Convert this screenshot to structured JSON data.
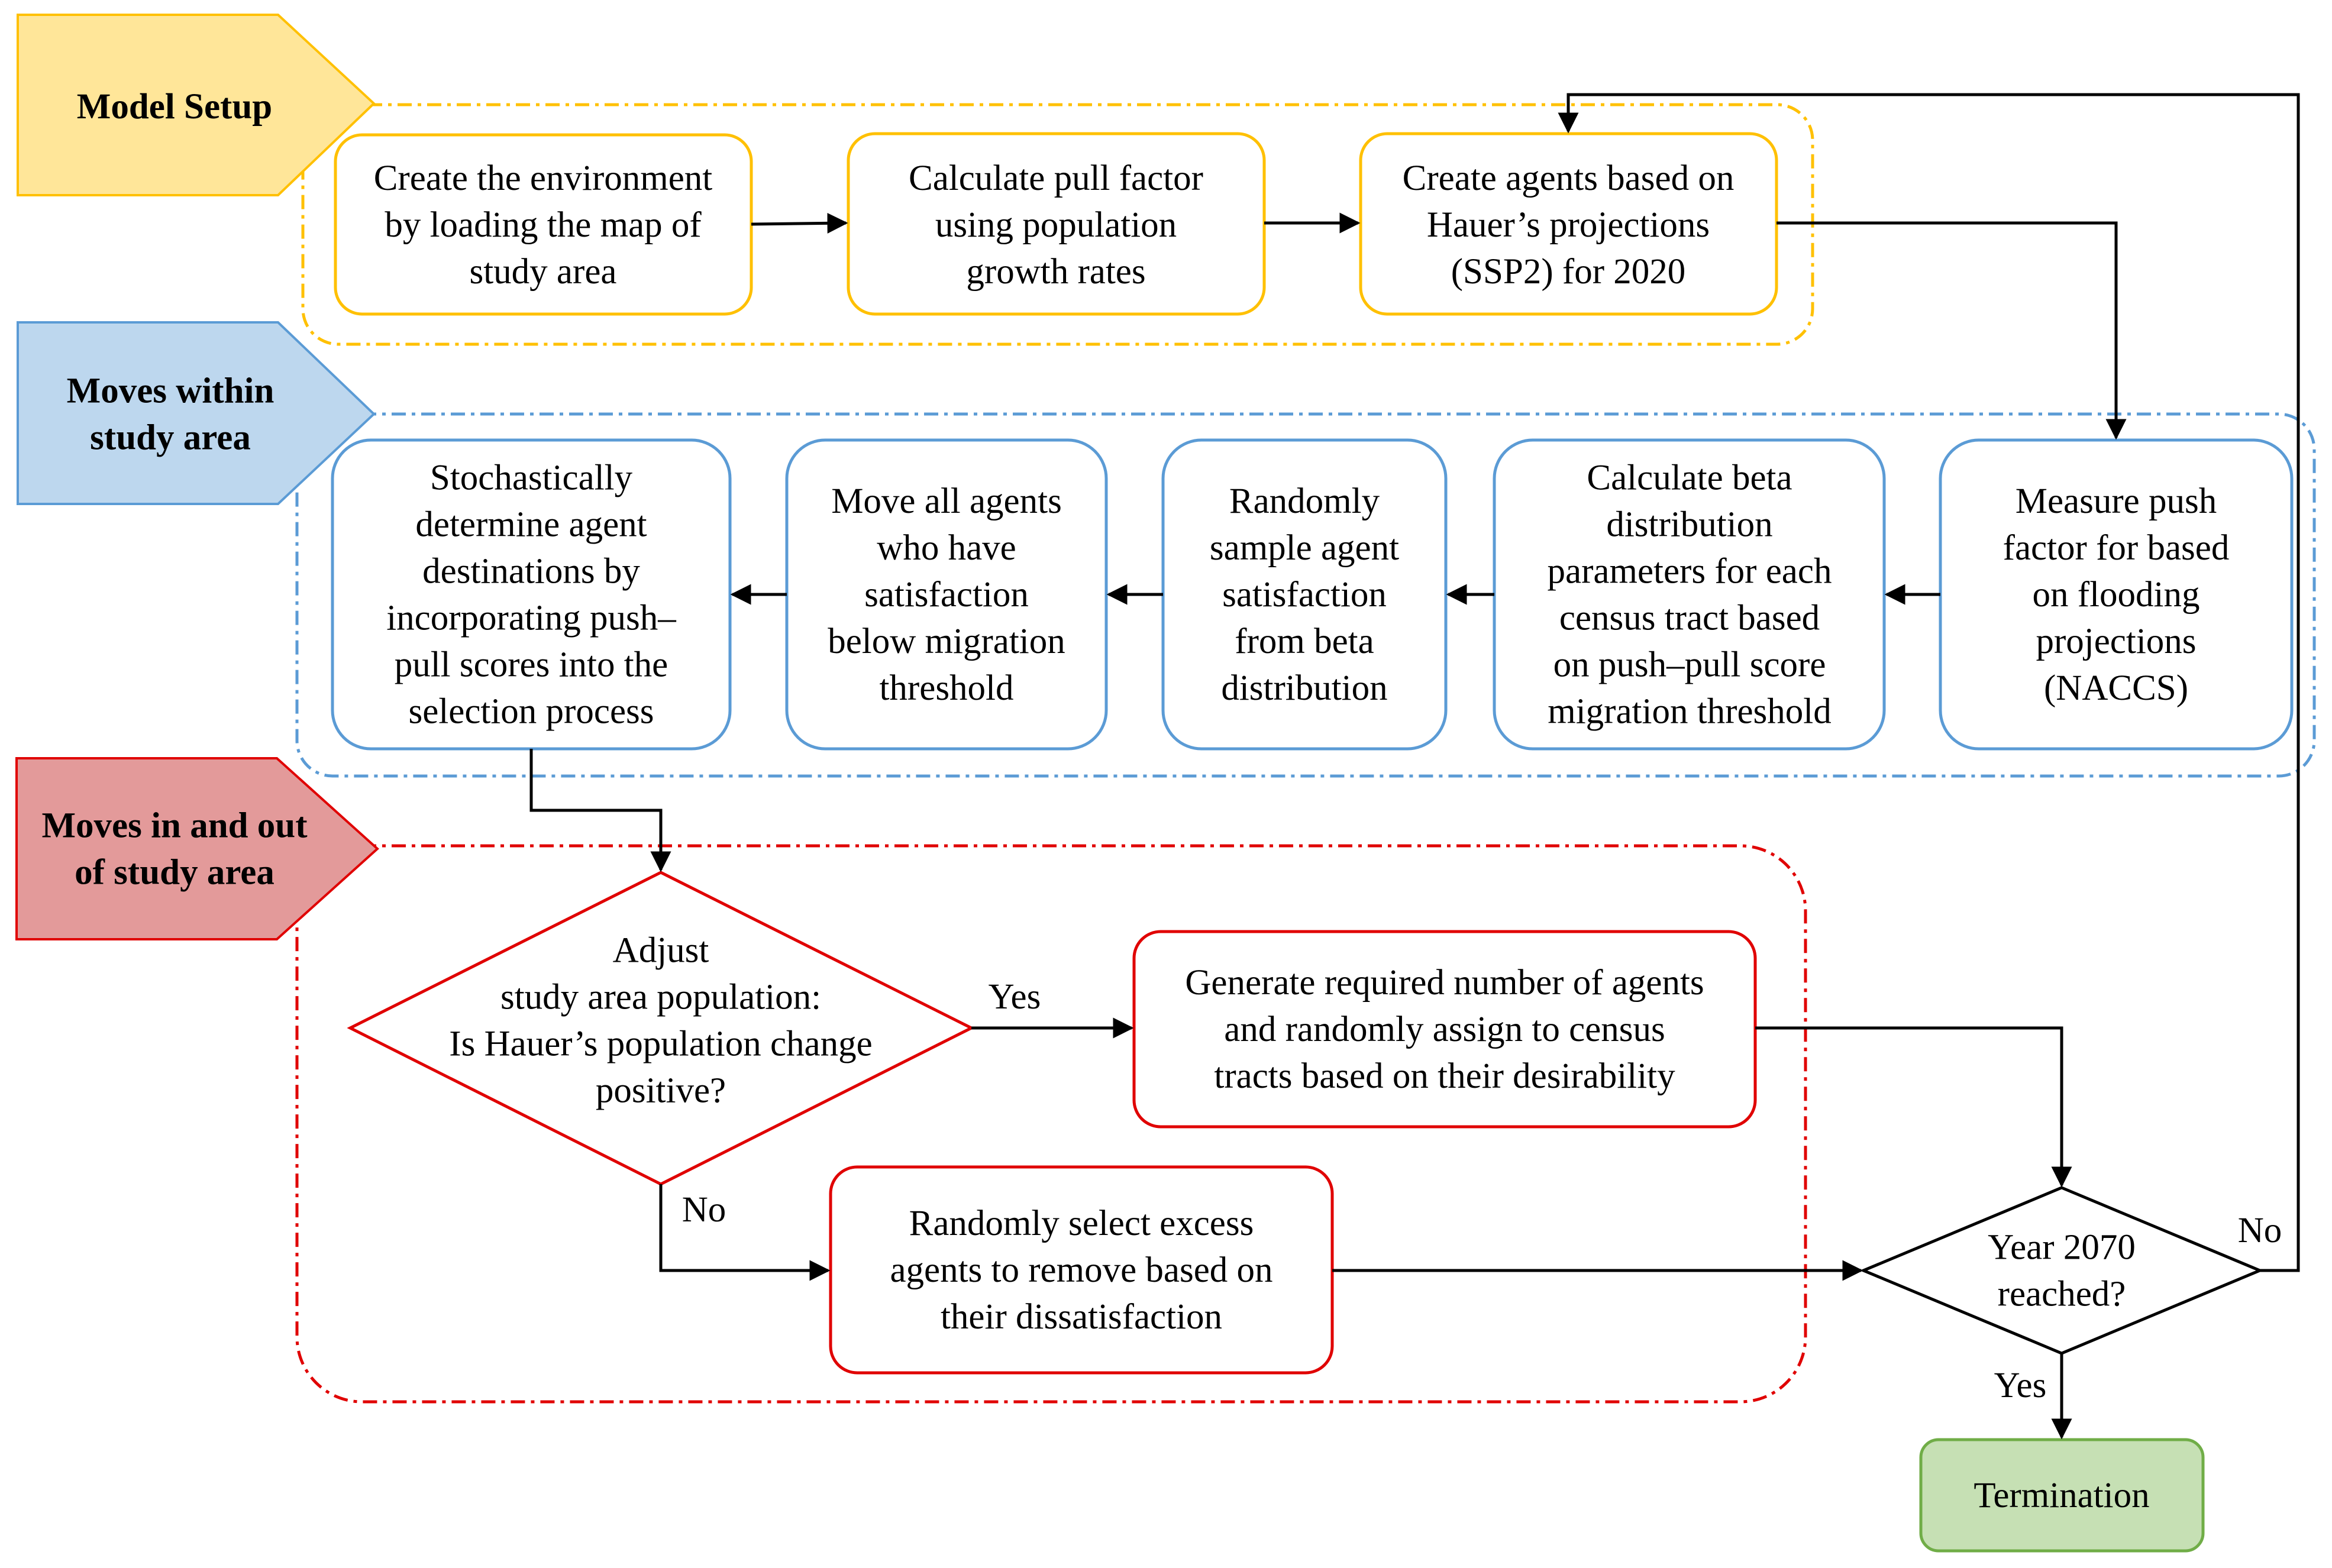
{
  "sections": {
    "setup_label": [
      "Model Setup"
    ],
    "within_label": [
      "Moves within",
      "study area"
    ],
    "inout_label": [
      "Moves in and out",
      "of study area"
    ]
  },
  "setup_steps": {
    "create_env": [
      "Create the environment",
      "by loading the map of",
      "study area"
    ],
    "pull_factor": [
      "Calculate pull factor",
      "using population",
      "growth rates"
    ],
    "create_agents": [
      "Create agents based on",
      "Hauer’s projections",
      "(SSP2) for 2020"
    ]
  },
  "within_steps": {
    "measure_push": [
      "Measure push",
      "factor for based",
      "on flooding",
      "projections",
      "(NACCS)"
    ],
    "beta_params": [
      "Calculate beta",
      "distribution",
      "parameters for each",
      "census tract based",
      "on push–pull score",
      "migration threshold"
    ],
    "sample_satisfaction": [
      "Randomly",
      "sample agent",
      "satisfaction",
      "from beta",
      "distribution"
    ],
    "move_agents": [
      "Move all agents",
      "who have",
      "satisfaction",
      "below migration",
      "threshold"
    ],
    "stochastic_dest": [
      "Stochastically",
      "determine agent",
      "destinations by",
      "incorporating push–",
      "pull scores into the",
      "selection process"
    ]
  },
  "inout_steps": {
    "decision": [
      "Adjust",
      "study area population:",
      "Is Hauer’s population change",
      "positive?"
    ],
    "generate_agents": [
      "Generate required number of agents",
      "and randomly assign to census",
      "tracts based on their desirability"
    ],
    "remove_agents": [
      "Randomly select excess",
      "agents to remove based on",
      "their dissatisfaction"
    ]
  },
  "end_check": {
    "decision": [
      "Year 2070",
      "reached?"
    ],
    "termination": [
      "Termination"
    ]
  },
  "edge_labels": {
    "adjust_yes": "Yes",
    "adjust_no": "No",
    "year_yes": "Yes",
    "year_no": "No"
  },
  "colors": {
    "setup_fill": "#FFE699",
    "setup_stroke": "#FFC000",
    "within_fill": "#BDD7EE",
    "within_stroke": "#5B9BD5",
    "inout_fill": "#E39A9A",
    "inout_stroke": "#E00000",
    "termination_fill": "#C6E0B4",
    "termination_stroke": "#70AD47"
  }
}
